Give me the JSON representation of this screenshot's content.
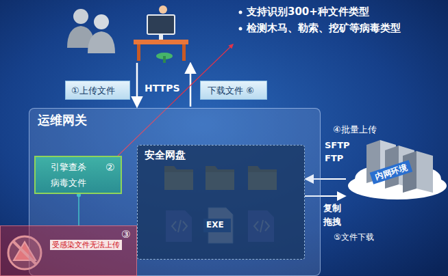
{
  "diagram": {
    "nodes": [
      {
        "text": [
          "运维网关"
        ]
      },
      {
        "text": [
          "引擎查杀 病毒文件",
          "②"
        ],
        "in": 0
      },
      {
        "text": [
          "安全网盘"
        ],
        "in": 0
      },
      {
        "text": [
          "③",
          "受感染文件无法上传"
        ]
      },
      {
        "text": [
          "①上传文件"
        ]
      },
      {
        "text": [
          "下载文件 ⑥"
        ]
      },
      {
        "text": [
          "内网环境"
        ]
      }
    ],
    "edges": [
      {
        "from": 6,
        "to": 2,
        "arrow": "to"
      },
      {
        "from": 2,
        "to": 6,
        "arrow": "to"
      },
      {
        "from": 1,
        "to": 3,
        "arrow": "none"
      }
    ],
    "labels": [
      "支持识别300+种文件类型",
      "检测木马、勒索、挖矿等病毒类型",
      "HTTPS",
      "④批量上传",
      "SFTP",
      "FTP",
      "复制",
      "拖拽",
      "⑤文件下载",
      "EXE"
    ]
  }
}
